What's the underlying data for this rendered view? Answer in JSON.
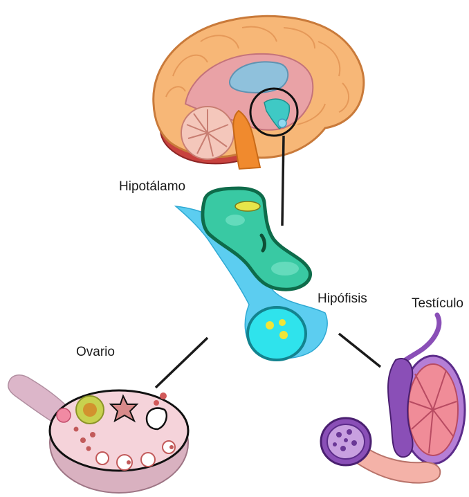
{
  "labels": {
    "hypothalamus": "Hipotálamo",
    "pituitary": "Hipófisis",
    "testis": "Testículo",
    "ovary": "Ovario"
  },
  "colors": {
    "brain_cortex": "#f7b777",
    "brain_inner": "#e9a2a6",
    "ventricle": "#8fc1dc",
    "brainstem": "#f08a2e",
    "cerebellum": "#f4c7bb",
    "hypothalamus_cell": "#39c9a3",
    "hypothalamus_dark": "#0e6b4a",
    "pituitary_stalk": "#5ccdf0",
    "pituitary_gland": "#2fe3ec",
    "ovary_body": "#f5d3da",
    "testis_purple": "#8a4fb7",
    "testis_inner": "#f08c98",
    "connector": "#1a1a1a"
  }
}
